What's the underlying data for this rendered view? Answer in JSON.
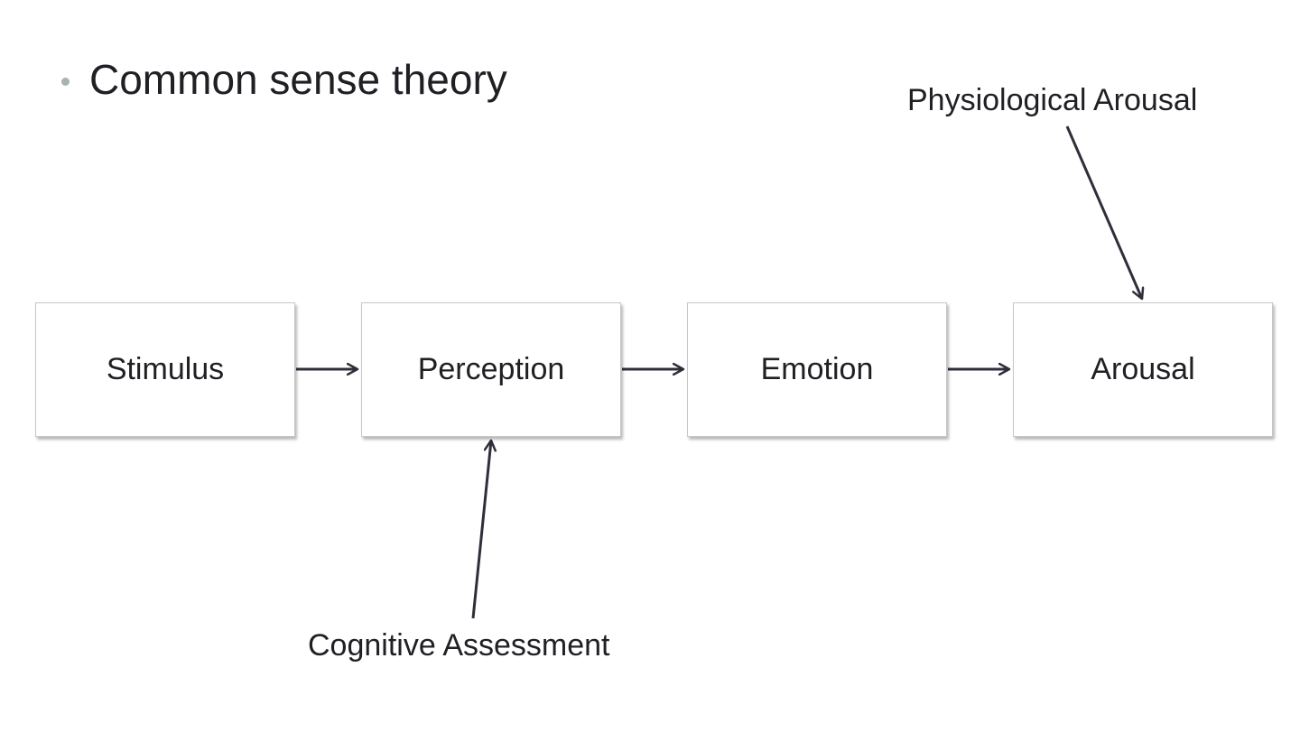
{
  "title": "Common sense theory",
  "boxes": {
    "stimulus": "Stimulus",
    "perception": "Perception",
    "emotion": "Emotion",
    "arousal": "Arousal"
  },
  "annotations": {
    "physiological": "Physiological Arousal",
    "cognitive": "Cognitive Assessment"
  },
  "flow": [
    {
      "from": "Stimulus",
      "to": "Perception"
    },
    {
      "from": "Perception",
      "to": "Emotion"
    },
    {
      "from": "Emotion",
      "to": "Arousal"
    },
    {
      "from": "Cognitive Assessment",
      "to": "Perception"
    },
    {
      "from": "Physiological Arousal",
      "to": "Arousal"
    }
  ],
  "colors": {
    "text": "#1f1f24",
    "arrow": "#2e2f3a",
    "box_border": "#c4c8c6",
    "bullet": "#a9b3ad"
  }
}
